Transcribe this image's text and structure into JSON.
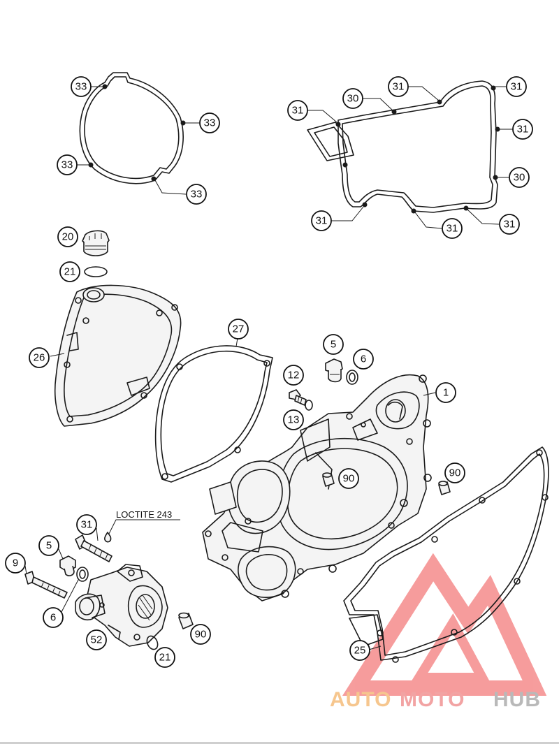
{
  "diagram": {
    "callouts": [
      {
        "id": "c33a",
        "label": "33"
      },
      {
        "id": "c33b",
        "label": "33"
      },
      {
        "id": "c33c",
        "label": "33"
      },
      {
        "id": "c33d",
        "label": "33"
      },
      {
        "id": "c31a",
        "label": "31"
      },
      {
        "id": "c30a",
        "label": "30"
      },
      {
        "id": "c31b",
        "label": "31"
      },
      {
        "id": "c31c",
        "label": "31"
      },
      {
        "id": "c31d",
        "label": "31"
      },
      {
        "id": "c30b",
        "label": "30"
      },
      {
        "id": "c31e",
        "label": "31"
      },
      {
        "id": "c31f",
        "label": "31"
      },
      {
        "id": "c31g",
        "label": "31"
      },
      {
        "id": "c20",
        "label": "20"
      },
      {
        "id": "c21a",
        "label": "21"
      },
      {
        "id": "c26",
        "label": "26"
      },
      {
        "id": "c27",
        "label": "27"
      },
      {
        "id": "c5a",
        "label": "5"
      },
      {
        "id": "c6a",
        "label": "6"
      },
      {
        "id": "c12",
        "label": "12"
      },
      {
        "id": "c13",
        "label": "13"
      },
      {
        "id": "c1",
        "label": "1"
      },
      {
        "id": "c90a",
        "label": "90"
      },
      {
        "id": "c90b",
        "label": "90"
      },
      {
        "id": "c31h",
        "label": "31"
      },
      {
        "id": "c5b",
        "label": "5"
      },
      {
        "id": "c9",
        "label": "9"
      },
      {
        "id": "c6b",
        "label": "6"
      },
      {
        "id": "c52",
        "label": "52"
      },
      {
        "id": "c90c",
        "label": "90"
      },
      {
        "id": "c21b",
        "label": "21"
      },
      {
        "id": "c25",
        "label": "25"
      }
    ],
    "notes": {
      "loctite": "LOCTITE 243"
    }
  },
  "watermark": {
    "part1": "AUTO",
    "part2": "MOTO",
    "part3": "HUB",
    "colors": {
      "auto": "#f6c68e",
      "moto": "#f2a3a3",
      "hub": "#b9b9b9",
      "triangle": "#ef4c4c"
    }
  }
}
